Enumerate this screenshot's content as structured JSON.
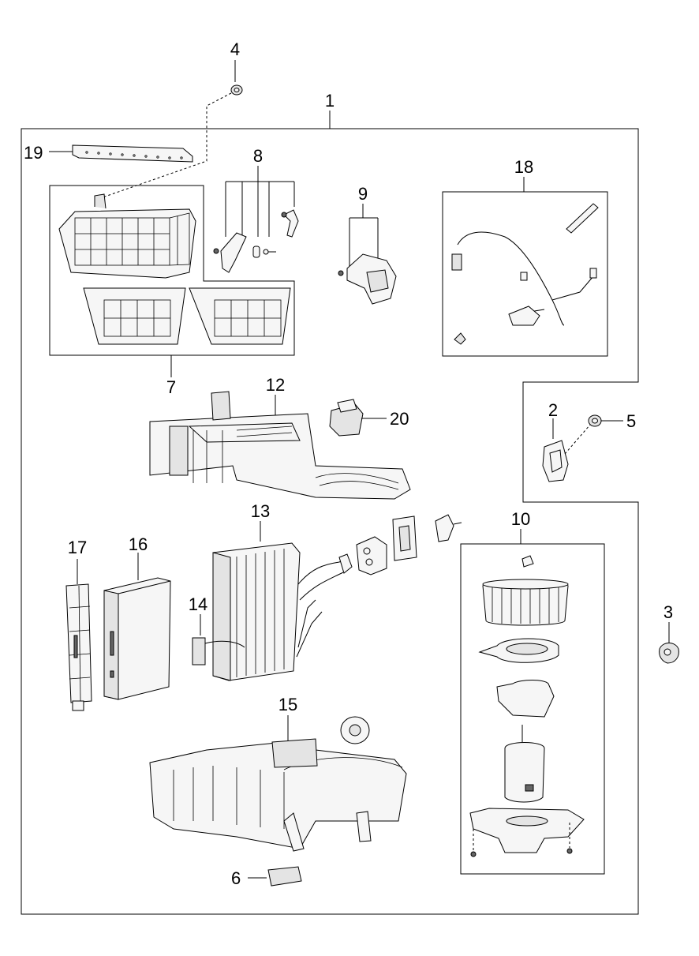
{
  "callouts": {
    "n1": "1",
    "n2": "2",
    "n3": "3",
    "n4": "4",
    "n5": "5",
    "n6": "6",
    "n7": "7",
    "n8": "8",
    "n9": "9",
    "n10": "10",
    "n12": "12",
    "n13": "13",
    "n14": "14",
    "n15": "15",
    "n16": "16",
    "n17": "17",
    "n18": "18",
    "n19": "19",
    "n20": "20"
  }
}
